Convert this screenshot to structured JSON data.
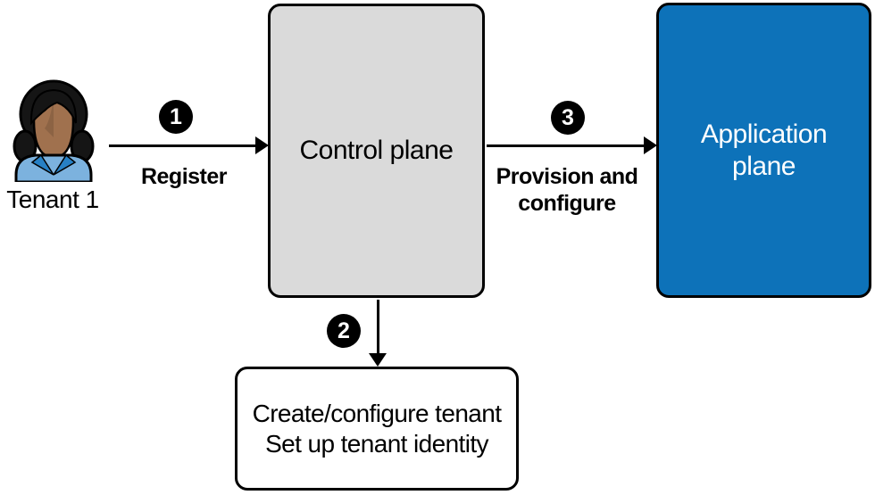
{
  "colors": {
    "background": "#ffffff",
    "outline": "#000000",
    "control_plane_fill": "#dadada",
    "application_plane_fill": "#0d72b9",
    "application_plane_text": "#ffffff",
    "badge_fill": "#000000",
    "badge_text": "#ffffff",
    "avatar_hair": "#151515",
    "avatar_skin": "#a0714e",
    "avatar_skin_shadow": "#8a5f41",
    "avatar_shirt": "#7cb2de",
    "avatar_collar": "#2780c4"
  },
  "actor": {
    "label": "Tenant 1"
  },
  "nodes": {
    "control_plane": {
      "label": "Control plane"
    },
    "application_plane": {
      "line1": "Application",
      "line2": "plane"
    },
    "tenant_setup": {
      "line1": "Create/configure tenant",
      "line2": "Set up tenant identity"
    }
  },
  "arrows": {
    "register": {
      "badge": "1",
      "label": "Register"
    },
    "create_configure": {
      "badge": "2"
    },
    "provision": {
      "badge": "3",
      "line1": "Provision and",
      "line2": "configure"
    }
  }
}
